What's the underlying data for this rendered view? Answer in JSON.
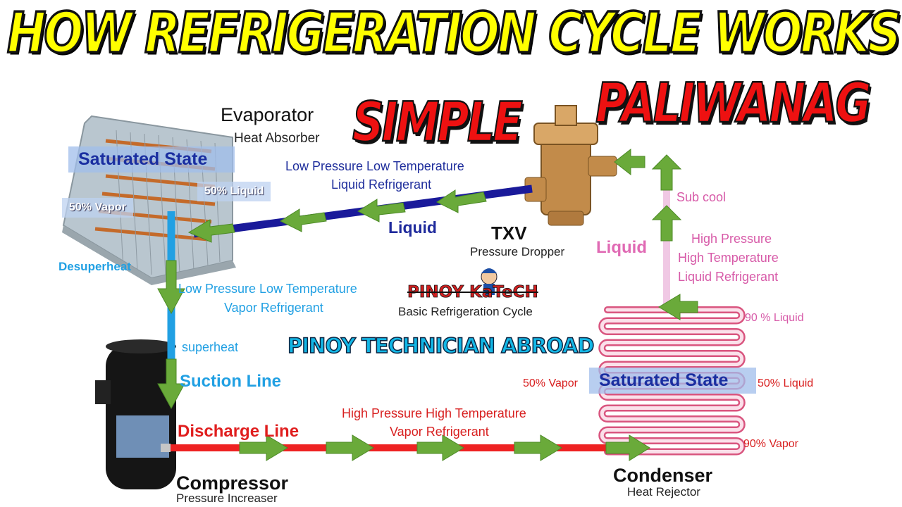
{
  "title": "HOW REFRIGERATION CYCLE WORKS",
  "subtitle_left": "SIMPLE",
  "subtitle_right": "PALIWANAG",
  "evaporator": {
    "name": "Evaporator",
    "role": "Heat Absorber",
    "state": "Saturated State",
    "liquid_pct": "50% Liquid",
    "vapor_pct": "50% Vapor"
  },
  "txv": {
    "name": "TXV",
    "role": "Pressure Dropper"
  },
  "compressor": {
    "name": "Compressor",
    "role": "Pressure Increaser"
  },
  "condenser": {
    "name": "Condenser",
    "role": "Heat Rejector",
    "state": "Saturated State",
    "vapor_pct": "50% Vapor",
    "liquid_pct": "50% Liquid",
    "top_pct": "90 % Liquid",
    "bottom_pct": "90% Vapor"
  },
  "lines": {
    "liquid_to_evap_line1": "Low Pressure Low Temperature",
    "liquid_to_evap_line2": "Liquid Refrigerant",
    "liquid_label": "Liquid",
    "desuperheat": "Desuperheat",
    "vapor_line1": "Low Pressure Low Temperature",
    "vapor_line2": "Vapor Refrigerant",
    "superheat": "superheat",
    "suction": "Suction Line",
    "discharge": "Discharge Line",
    "hot_vapor_line1": "High Pressure High Temperature",
    "hot_vapor_line2": "Vapor Refrigerant",
    "subcool": "Sub cool",
    "liquid_right": "Liquid",
    "hp_line1": "High Pressure",
    "hp_line2": "High Temperature",
    "hp_line3": "Liquid Refrigerant"
  },
  "branding": {
    "logo": "PINOY KaTeCH",
    "caption": "Basic Refrigeration Cycle",
    "band": "PINOY TECHNICIAN ABROAD"
  },
  "colors": {
    "title": "#ffff00",
    "red": "#ee1111",
    "blue_line": "#1a1a9a",
    "light_blue_line": "#21a0e3",
    "red_line": "#ee2222",
    "pink_line": "#f0c8e4",
    "arrow": "#6aaa3a"
  }
}
